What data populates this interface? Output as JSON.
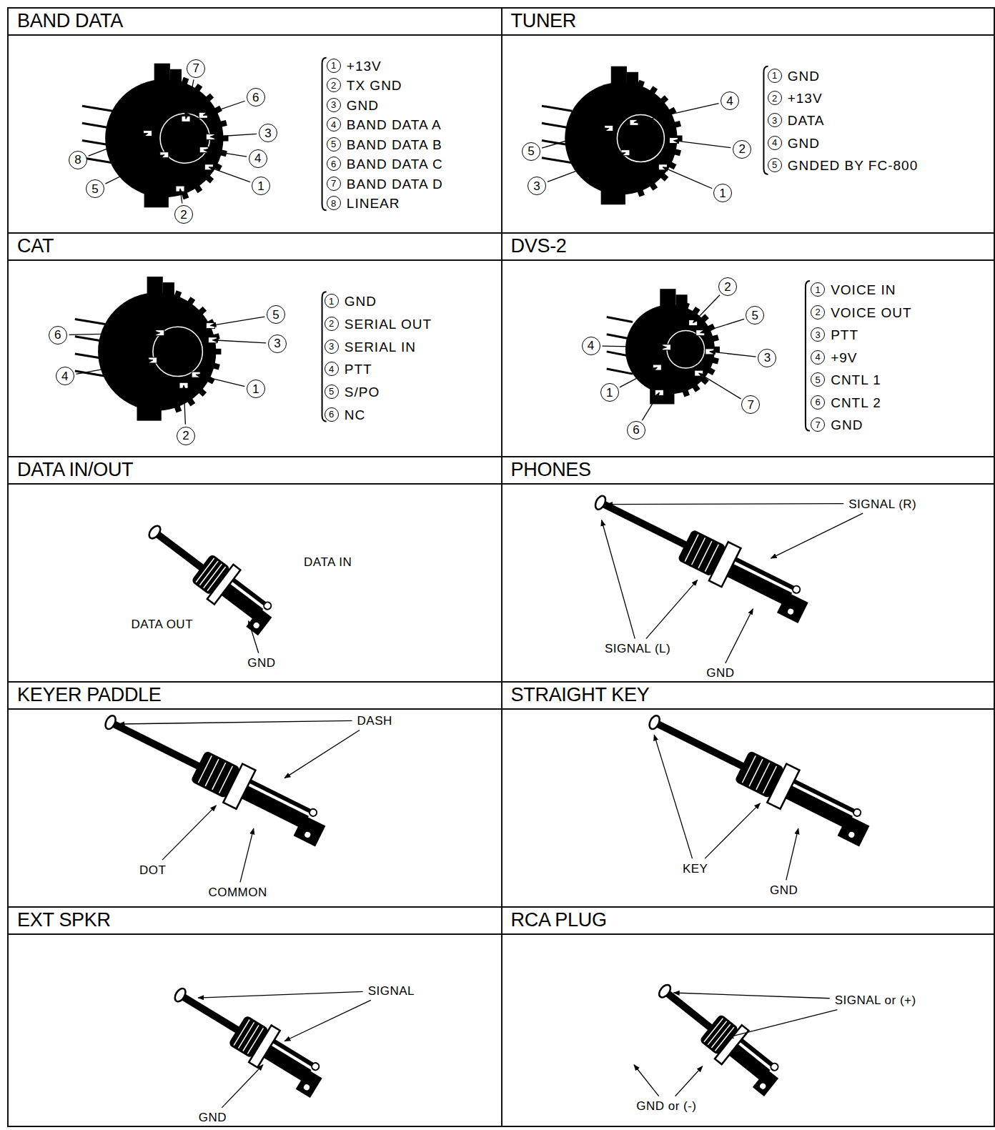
{
  "diagram": {
    "nodes": [
      {
        "text": [
          "BAND DATA"
        ]
      },
      {
        "text": [
          "TUNER"
        ]
      },
      {
        "text": [
          "CAT"
        ]
      },
      {
        "text": [
          "DVS-2"
        ]
      },
      {
        "text": [
          "DATA IN/OUT"
        ]
      },
      {
        "text": [
          "PHONES"
        ]
      },
      {
        "text": [
          "KEYER PADDLE"
        ]
      },
      {
        "text": [
          "STRAIGHT KEY"
        ]
      },
      {
        "text": [
          "EXT SPKR"
        ]
      },
      {
        "text": [
          "RCA PLUG"
        ]
      }
    ],
    "labels": [
      "7",
      "6",
      "3",
      "8",
      "4",
      "1",
      "5",
      "2",
      "1",
      "+13V",
      "2",
      "TX GND",
      "3",
      "GND",
      "4",
      "BAND DATA A",
      "5",
      "BAND DATA B",
      "6",
      "BAND DATA C",
      "7",
      "BAND DATA D",
      "8",
      "LINEAR",
      "4",
      "2",
      "5",
      "3",
      "1",
      "1",
      "GND",
      "2",
      "+13V",
      "3",
      "DATA",
      "4",
      "GND",
      "5",
      "GNDED BY FC-800",
      "5",
      "6",
      "3",
      "4",
      "1",
      "2",
      "1",
      "GND",
      "2",
      "SERIAL OUT",
      "3",
      "SERIAL IN",
      "4",
      "PTT",
      "5",
      "S/PO",
      "6",
      "NC",
      "2",
      "5",
      "4",
      "3",
      "1",
      "7",
      "6",
      "1",
      "VOICE IN",
      "2",
      "VOICE OUT",
      "3",
      "PTT",
      "4",
      "+9V",
      "5",
      "CNTL 1",
      "6",
      "CNTL 2",
      "7",
      "GND",
      "DATA IN",
      "DATA OUT",
      "GND",
      "SIGNAL (R)",
      "SIGNAL (L)",
      "GND",
      "DASH",
      "DOT",
      "COMMON",
      "KEY",
      "GND",
      "SIGNAL",
      "GND",
      "SIGNAL or (+)",
      "GND or (-)"
    ]
  }
}
